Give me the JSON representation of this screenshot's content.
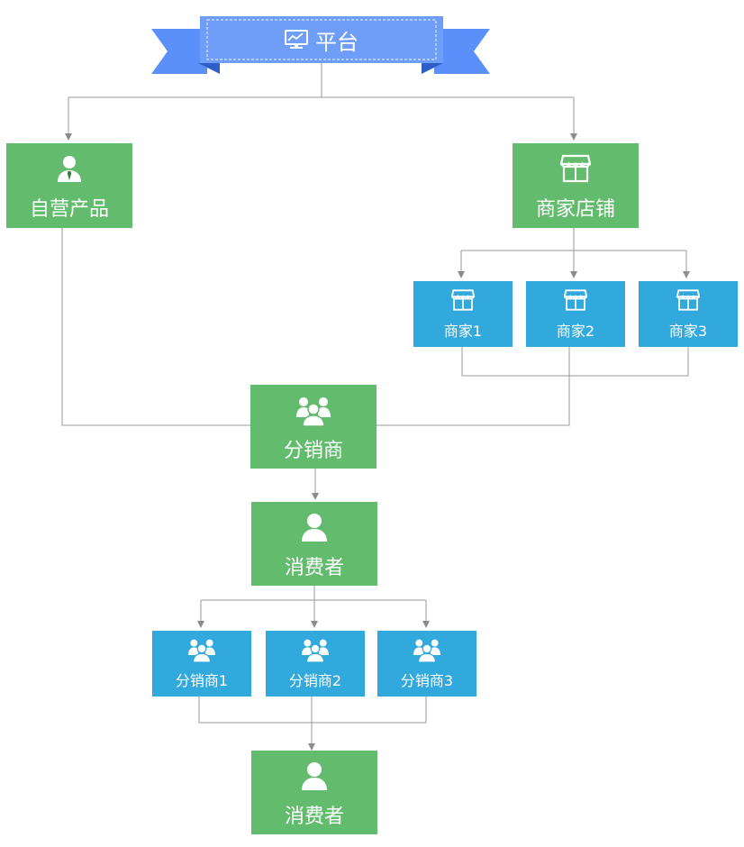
{
  "platform": {
    "title": "平台"
  },
  "nodes": {
    "self_products": "自营产品",
    "merchant_store": "商家店铺",
    "merchant1": "商家1",
    "merchant2": "商家2",
    "merchant3": "商家3",
    "distributor": "分销商",
    "consumer": "消费者",
    "distributor1": "分销商1",
    "distributor2": "分销商2",
    "distributor3": "分销商3",
    "consumer_final": "消费者"
  },
  "colors": {
    "green": "#63bc6d",
    "blue": "#32a9dd",
    "banner": "#5b8ff9",
    "line": "#9a9a9a"
  },
  "icons": {
    "platform": "monitor-chart-icon",
    "self_products": "user-tie-icon",
    "merchant_store": "store-icon",
    "merchant": "store-icon",
    "distributor": "group-icon",
    "consumer": "user-icon"
  }
}
